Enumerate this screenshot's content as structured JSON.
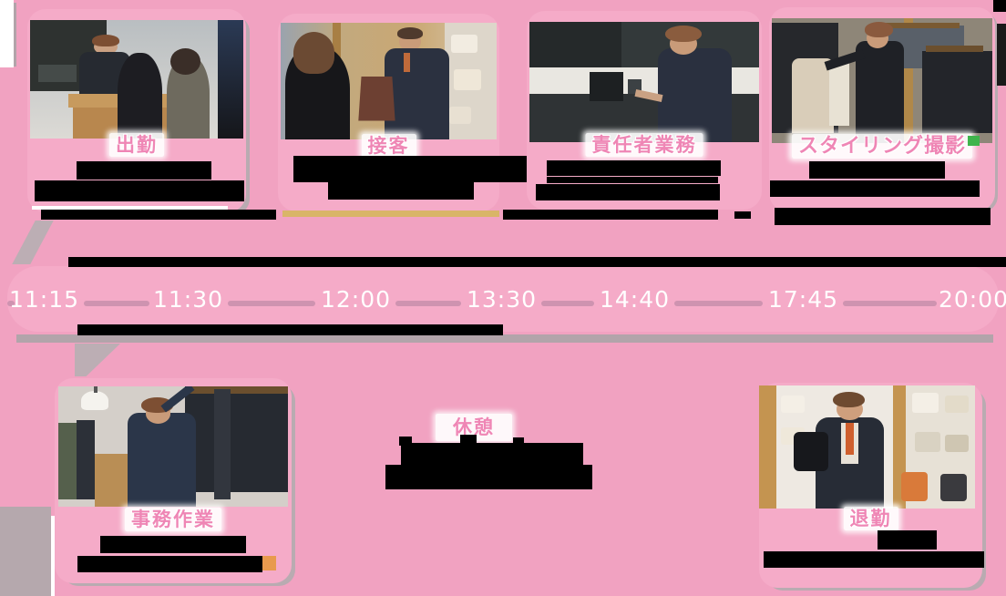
{
  "schedule": {
    "top_cards": [
      {
        "label": "出勤"
      },
      {
        "label": "接客"
      },
      {
        "label": "責任者業務"
      },
      {
        "label": "スタイリング撮影"
      }
    ],
    "bottom_cards": [
      {
        "label": "事務作業"
      },
      {
        "label": "退勤"
      }
    ],
    "break_label": "休憩"
  },
  "timeline": {
    "times": [
      "11:15",
      "11:30",
      "12:00",
      "13:30",
      "14:40",
      "17:45",
      "20:00"
    ]
  },
  "colors": {
    "background": "#F1A2C1",
    "panel_pink": "#F5ABC8",
    "label_text_pink": "#EF86B5",
    "time_text": "#FFFFFF",
    "timeline_dash": "#CE93B0",
    "gray_shadow": "#B2A4AA",
    "accent_gold": "#D9B568",
    "accent_green": "#3FB44C",
    "accent_orange": "#E89A4E",
    "redaction": "#000000"
  }
}
